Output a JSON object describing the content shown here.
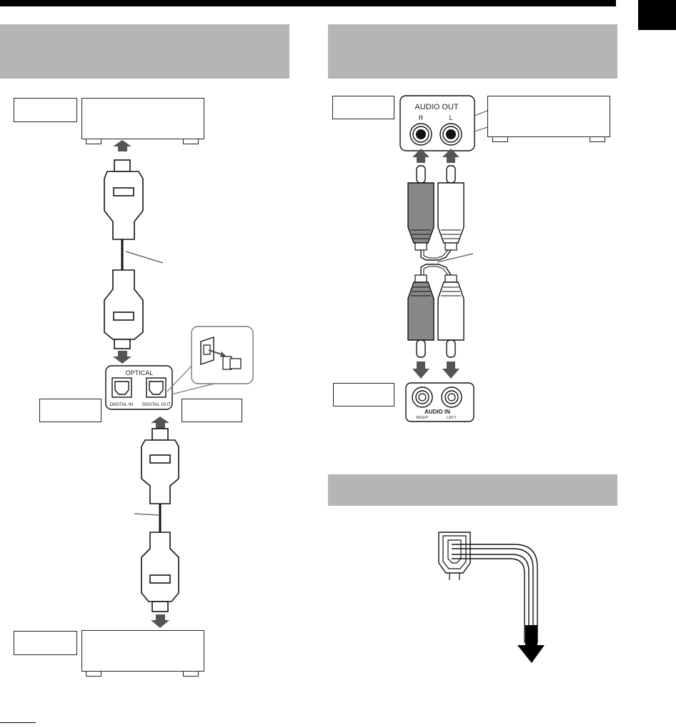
{
  "optical": {
    "label": "OPTICAL",
    "digital_in": "DIGITAL IN",
    "digital_out": "DIGITAL OUT"
  },
  "audio_out": {
    "label": "AUDIO OUT",
    "right": "R",
    "left": "L"
  },
  "audio_in": {
    "label": "AUDIO IN",
    "right": "RIGHT",
    "left": "LEFT"
  },
  "colors": {
    "header_bg": "#b5b5b5",
    "arrow": "#555555",
    "black": "#000000"
  },
  "icons": [
    "optical-plug-icon",
    "rca-plug-icon",
    "arrow-icon",
    "power-cord-icon",
    "dust-cap-icon"
  ]
}
